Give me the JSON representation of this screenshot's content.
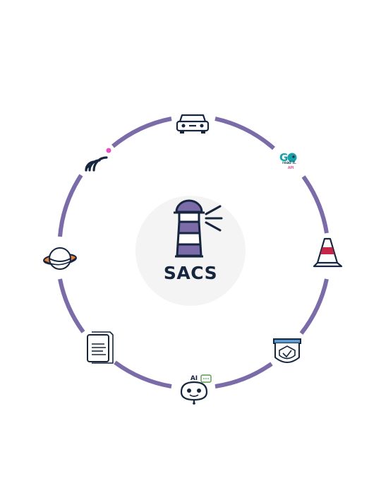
{
  "diagram": {
    "title": "SACS",
    "ring_color": "#7b6ba8",
    "accent_color": "#7b6ba8",
    "ink_color": "#16263f",
    "nodes": [
      {
        "icon": "car-icon"
      },
      {
        "icon": "goread-api-logo",
        "text": "read it.",
        "sub": "API"
      },
      {
        "icon": "traffic-cone-icon"
      },
      {
        "icon": "shield-shop-icon"
      },
      {
        "icon": "ai-robot-icon",
        "text": "AI"
      },
      {
        "icon": "document-icon"
      },
      {
        "icon": "planet-icon"
      },
      {
        "icon": "signal-wifi-icon"
      }
    ]
  }
}
